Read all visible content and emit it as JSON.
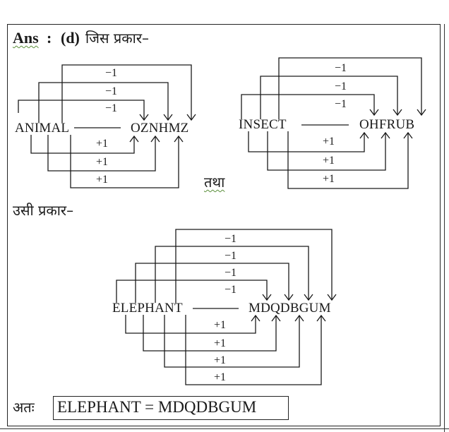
{
  "header": {
    "ans": "Ans",
    "colon": ":",
    "option": "(d)",
    "intro": "जिस प्रकार–"
  },
  "examples": [
    {
      "source": "ANIMAL",
      "target": "OZNHMZ",
      "minus_labels": [
        "−1",
        "−1",
        "−1"
      ],
      "plus_labels": [
        "+1",
        "+1",
        "+1"
      ]
    },
    {
      "source": "INSECT",
      "target": "OHFRUB",
      "minus_labels": [
        "−1",
        "−1",
        "−1"
      ],
      "plus_labels": [
        "+1",
        "+1",
        "+1"
      ]
    }
  ],
  "connector": "तथा",
  "similarly": "उसी प्रकार–",
  "main": {
    "source": "ELEPHANT",
    "target": "MDQDBGUM",
    "minus_labels": [
      "−1",
      "−1",
      "−1",
      "−1"
    ],
    "plus_labels": [
      "+1",
      "+1",
      "+1",
      "+1"
    ]
  },
  "conclusion": {
    "prefix": "अतः",
    "answer": "ELEPHANT = MDQDBGUM"
  }
}
